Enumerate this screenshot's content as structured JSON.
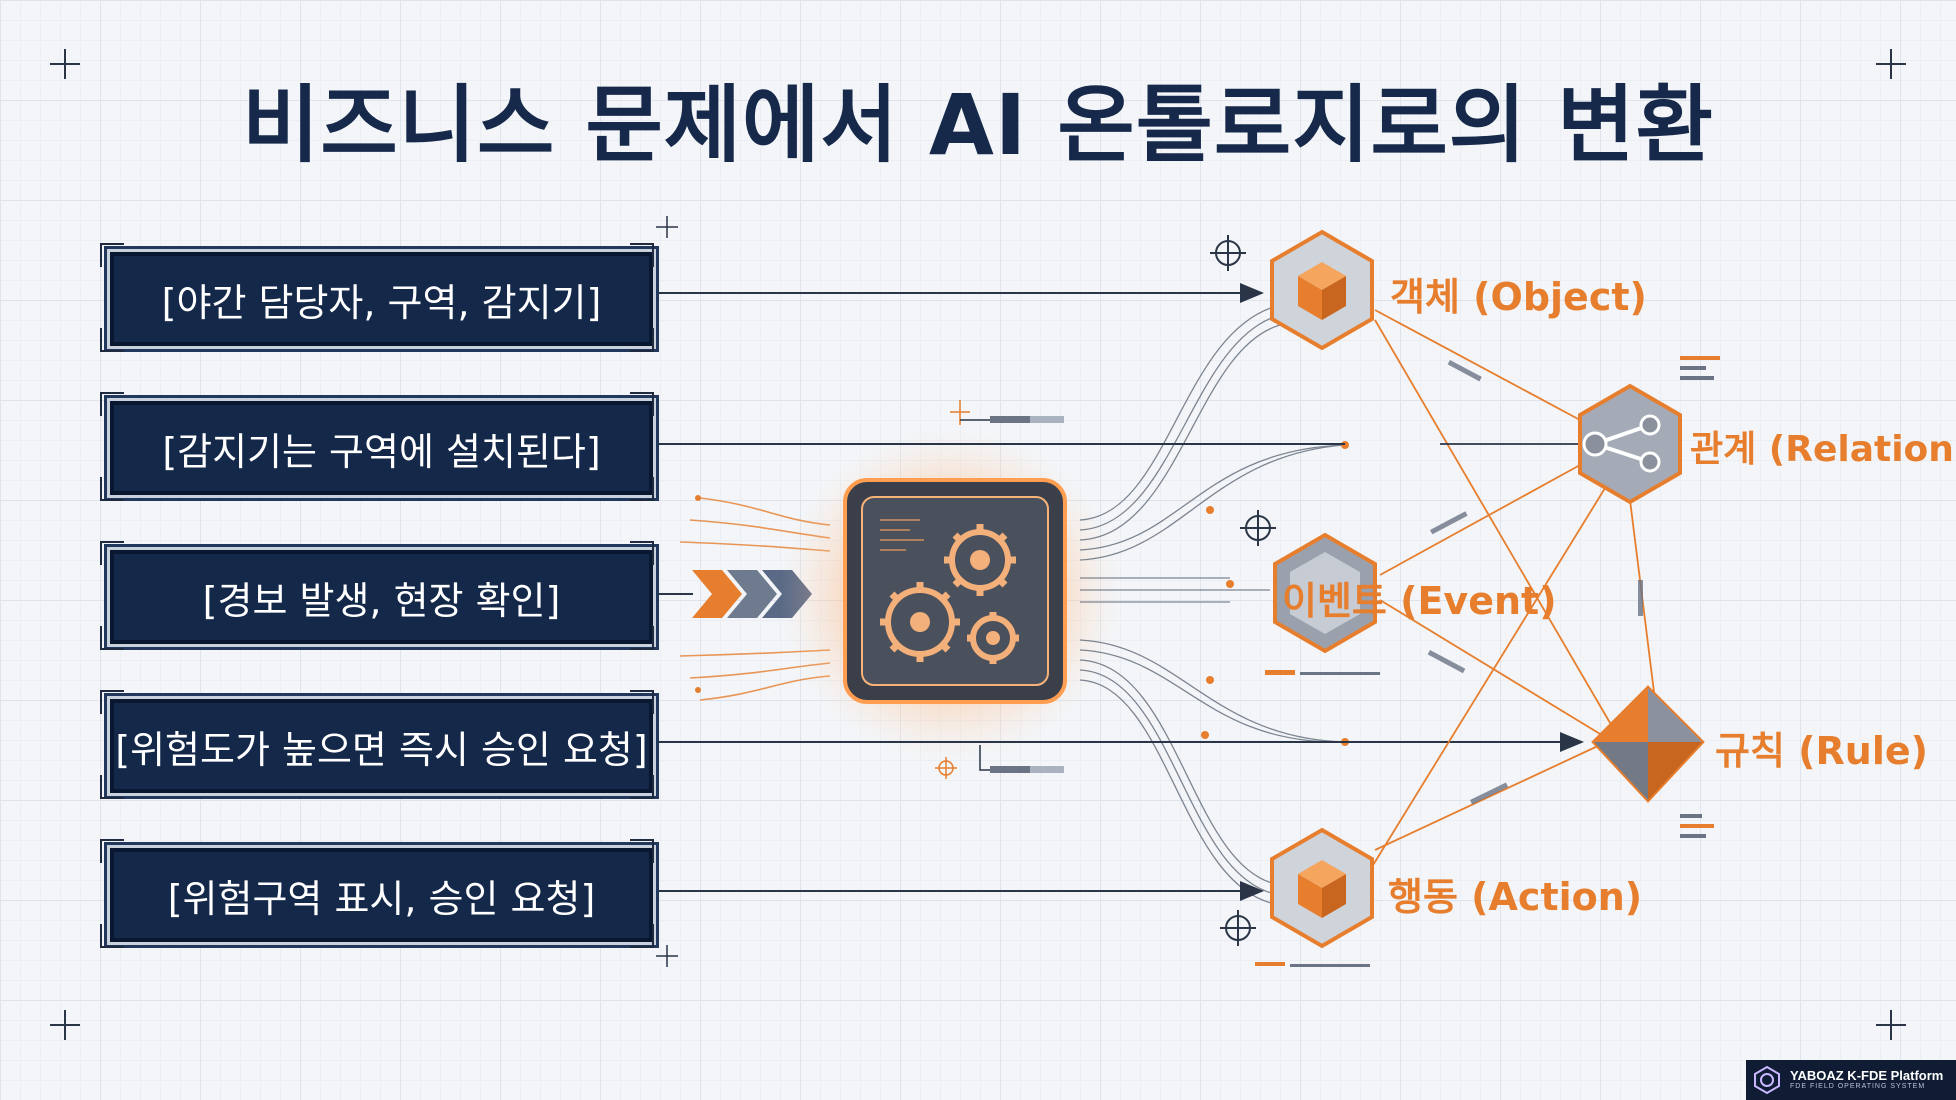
{
  "title": "비즈니스 문제에서 AI 온톨로지로의 변환",
  "inputs": [
    {
      "label": "[야간 담당자, 구역, 감지기]"
    },
    {
      "label": "[감지기는 구역에 설치된다]"
    },
    {
      "label": "[경보 발생, 현장 확인]"
    },
    {
      "label": "[위험도가 높으면 즉시 승인 요청]"
    },
    {
      "label": "[위험구역 표시, 승인 요청]"
    }
  ],
  "ontology": {
    "object": {
      "label": "객체 (Object)",
      "icon": "cube-icon"
    },
    "relation": {
      "label": "관계 (Relation)",
      "icon": "relation-graph-icon"
    },
    "event": {
      "label": "이벤트 (Event)",
      "icon": "hexagon-icon"
    },
    "rule": {
      "label": "규칙 (Rule)",
      "icon": "octahedron-icon"
    },
    "action": {
      "label": "행동 (Action)",
      "icon": "cube-icon"
    }
  },
  "processor": {
    "icon": "gears-chip-icon"
  },
  "colors": {
    "navy": "#14284a",
    "accent": "#e67e2e",
    "line": "#2a3547",
    "grid": "#dfe4ec"
  },
  "watermark": {
    "title": "YABOAZ K-FDE Platform",
    "subtitle": "FDE FIELD OPERATING SYSTEM"
  }
}
